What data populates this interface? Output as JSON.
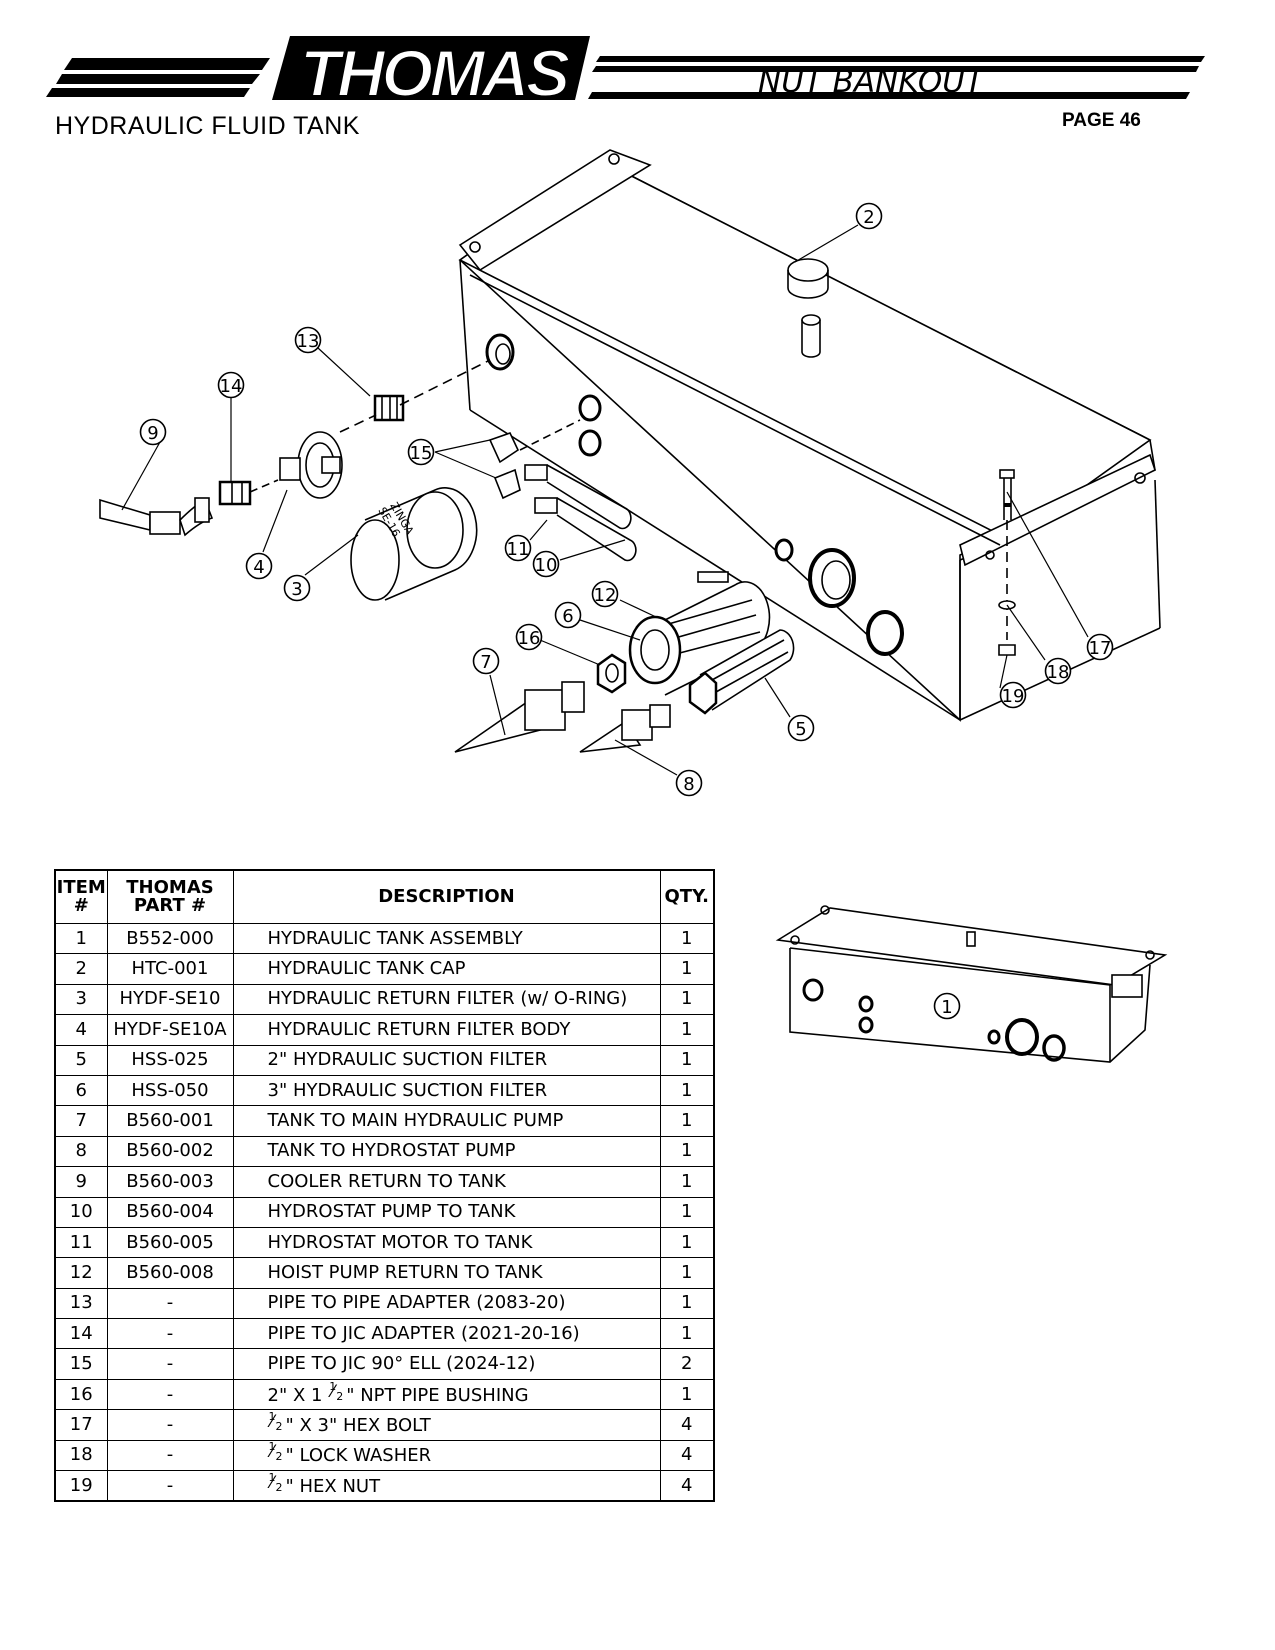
{
  "header": {
    "brand": "THOMAS",
    "product": "NUT BANKOUT",
    "section_title": "HYDRAULIC FLUID TANK",
    "page_label": "PAGE 46"
  },
  "diagram_callouts": [
    "1",
    "2",
    "3",
    "4",
    "5",
    "6",
    "7",
    "8",
    "9",
    "10",
    "11",
    "12",
    "13",
    "14",
    "15",
    "16",
    "17",
    "18",
    "19"
  ],
  "filter_label": [
    "ZINGA",
    "SE-16"
  ],
  "table": {
    "headers": {
      "item_line1": "ITEM",
      "item_line2": "#",
      "part_line1": "THOMAS",
      "part_line2": "PART #",
      "description": "DESCRIPTION",
      "qty": "QTY."
    },
    "fraction": {
      "numerator": "1",
      "denominator": "2"
    },
    "rows": [
      {
        "item": "1",
        "part": "B552-000",
        "desc": "HYDRAULIC TANK ASSEMBLY",
        "qty": "1"
      },
      {
        "item": "2",
        "part": "HTC-001",
        "desc": "HYDRAULIC TANK CAP",
        "qty": "1"
      },
      {
        "item": "3",
        "part": "HYDF-SE10",
        "desc": "HYDRAULIC RETURN FILTER (w/ O-RING)",
        "qty": "1"
      },
      {
        "item": "4",
        "part": "HYDF-SE10A",
        "desc": "HYDRAULIC RETURN FILTER BODY",
        "qty": "1"
      },
      {
        "item": "5",
        "part": "HSS-025",
        "desc": "2\" HYDRAULIC SUCTION FILTER",
        "qty": "1"
      },
      {
        "item": "6",
        "part": "HSS-050",
        "desc": "3\" HYDRAULIC SUCTION FILTER",
        "qty": "1"
      },
      {
        "item": "7",
        "part": "B560-001",
        "desc": "TANK TO MAIN HYDRAULIC PUMP",
        "qty": "1"
      },
      {
        "item": "8",
        "part": "B560-002",
        "desc": "TANK TO HYDROSTAT PUMP",
        "qty": "1"
      },
      {
        "item": "9",
        "part": "B560-003",
        "desc": "COOLER RETURN TO TANK",
        "qty": "1"
      },
      {
        "item": "10",
        "part": "B560-004",
        "desc": "HYDROSTAT PUMP TO TANK",
        "qty": "1"
      },
      {
        "item": "11",
        "part": "B560-005",
        "desc": "HYDROSTAT MOTOR TO TANK",
        "qty": "1"
      },
      {
        "item": "12",
        "part": "B560-008",
        "desc": "HOIST PUMP RETURN TO TANK",
        "qty": "1"
      },
      {
        "item": "13",
        "part": "-",
        "desc": "PIPE TO PIPE ADAPTER (2083-20)",
        "qty": "1"
      },
      {
        "item": "14",
        "part": "-",
        "desc": "PIPE TO JIC ADAPTER (2021-20-16)",
        "qty": "1"
      },
      {
        "item": "15",
        "part": "-",
        "desc": "PIPE TO JIC 90° ELL (2024-12)",
        "qty": "2"
      },
      {
        "item": "16",
        "part": "-",
        "desc_pre": "2\" X 1 ",
        "desc": "\" NPT PIPE BUSHING",
        "qty": "1"
      },
      {
        "item": "17",
        "part": "-",
        "desc": "\" X 3\" HEX BOLT",
        "qty": "4"
      },
      {
        "item": "18",
        "part": "-",
        "desc": "\" LOCK WASHER",
        "qty": "4"
      },
      {
        "item": "19",
        "part": "-",
        "desc": "\" HEX NUT",
        "qty": "4"
      }
    ]
  }
}
